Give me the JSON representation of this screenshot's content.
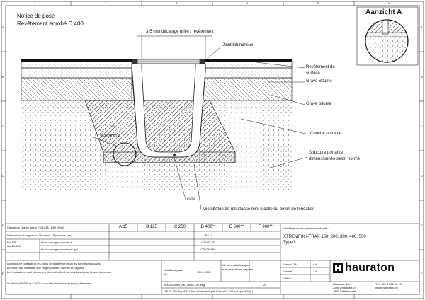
{
  "frame": {
    "col_marks": [
      "1",
      "2",
      "3",
      "4",
      "5",
      "6"
    ],
    "row_marks": [
      "A",
      "B",
      "C",
      "D",
      "E",
      "F"
    ]
  },
  "title": {
    "line1": "Notice de pose",
    "line2": "Revêtement enrobé D 400"
  },
  "detail": {
    "label": "Aanzicht A",
    "callout": "Aanzicht A"
  },
  "labels": {
    "offset": "3-5 mm décalage grille / revêtement",
    "joint": "Joint bitumineux",
    "revetement_1": "Revêtement de",
    "revetement_2": "surface",
    "grave_bitume_1": "Grave Bitume",
    "grave_bitume_2": "Grave bitume",
    "couche": "Couche portante",
    "structure_1": "Structure portante",
    "structure_2": "dimensionnée selon norme",
    "cale": "cale",
    "microbeton": "Microbéton de résistance mini à celle du béton de fondation"
  },
  "table": {
    "header_cell": "Classe de charge selon EN 1433 / DIN 19580",
    "classes": [
      "A 15",
      "B 125",
      "C 250",
      "D 400**",
      "E 600**",
      "F 900**"
    ],
    "row1_label": "Dimensions: Longueurs / Hauteurs / Épaisseur (cm)",
    "row1_value": "15 / 15",
    "row2_code": "En 206-1",
    "row2_code2": "Ou 1045-2",
    "row2_label": "Pour ouvrages soumis à",
    "row2_value": "C25/30 XD",
    "row3_label": "Pour ouvrages soumis au gel",
    "row3_value": "C25/30 XF4",
    "valid_title": "Valable pour les systèmes suivants :",
    "valid_line1": "XTREMFIX I-TRAX 150, 200, 300, 400, 500",
    "valid_line2": "Type I"
  },
  "notes": {
    "line1": "La structure portante et les joints sont à définir selon les conditions locales.",
    "line2": "Le béton doit satisfaire aux exigences des normes en vigueur.",
    "line3": "Les indications sont données à titre indicatif et ne remplacent pas l'étude technique.",
    "line4": "** Classes E 600 et F 900 : consulter le service technique Hauraton."
  },
  "validity": {
    "label_1": "Valable à partir",
    "label_2": "du :",
    "date": "09.11.2024",
    "note_1": "Ne sont valables que",
    "note_2": "nos instructions de pose."
  },
  "format": {
    "format_label": "Format DIN",
    "format_value": "A4",
    "scale_label": "Echelle",
    "scale_value": "1:5",
    "edition_label": "Edition",
    "page": "24"
  },
  "document": {
    "code": "0000028964_BE_WALLON.dwg",
    "description": "XF-IX-300 Typ 400 I-Trax Einbaubeispiel Klasse D 400 in Asphalt Typ I"
  },
  "brand": {
    "name": "hauraton",
    "addr_1": "Hauraton Sarl",
    "addr_2": "Zone artisanale 24",
    "addr_3": "4840 Welkenraedt",
    "phone": "Tél. +32 4 256 95 10",
    "email": "info@hauraton.be"
  }
}
